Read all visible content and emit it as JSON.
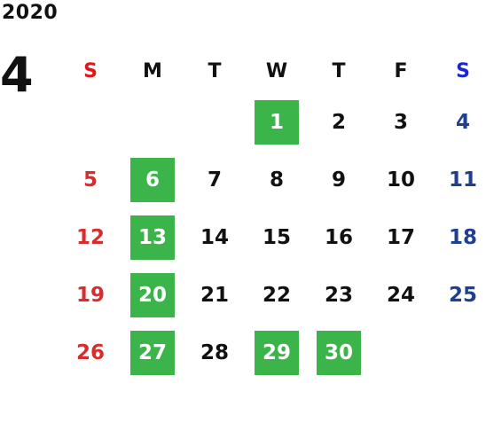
{
  "calendar": {
    "year": "2020",
    "month": "4",
    "weekdays": [
      "S",
      "M",
      "T",
      "W",
      "T",
      "F",
      "S"
    ],
    "highlight_color": "#3bb54a",
    "sunday_color": "#d92c2c",
    "saturday_color": "#1f3f8f",
    "weeks": [
      [
        {
          "label": "",
          "kind": "empty"
        },
        {
          "label": "",
          "kind": "empty"
        },
        {
          "label": "",
          "kind": "empty"
        },
        {
          "label": "1",
          "kind": "highlight"
        },
        {
          "label": "2",
          "kind": "weekday"
        },
        {
          "label": "3",
          "kind": "weekday"
        },
        {
          "label": "4",
          "kind": "saturday"
        }
      ],
      [
        {
          "label": "5",
          "kind": "sunday"
        },
        {
          "label": "6",
          "kind": "highlight"
        },
        {
          "label": "7",
          "kind": "weekday"
        },
        {
          "label": "8",
          "kind": "weekday"
        },
        {
          "label": "9",
          "kind": "weekday"
        },
        {
          "label": "10",
          "kind": "weekday"
        },
        {
          "label": "11",
          "kind": "saturday"
        }
      ],
      [
        {
          "label": "12",
          "kind": "sunday"
        },
        {
          "label": "13",
          "kind": "highlight"
        },
        {
          "label": "14",
          "kind": "weekday"
        },
        {
          "label": "15",
          "kind": "weekday"
        },
        {
          "label": "16",
          "kind": "weekday"
        },
        {
          "label": "17",
          "kind": "weekday"
        },
        {
          "label": "18",
          "kind": "saturday"
        }
      ],
      [
        {
          "label": "19",
          "kind": "sunday"
        },
        {
          "label": "20",
          "kind": "highlight"
        },
        {
          "label": "21",
          "kind": "weekday"
        },
        {
          "label": "22",
          "kind": "weekday"
        },
        {
          "label": "23",
          "kind": "weekday"
        },
        {
          "label": "24",
          "kind": "weekday"
        },
        {
          "label": "25",
          "kind": "saturday"
        }
      ],
      [
        {
          "label": "26",
          "kind": "sunday"
        },
        {
          "label": "27",
          "kind": "highlight"
        },
        {
          "label": "28",
          "kind": "weekday"
        },
        {
          "label": "29",
          "kind": "highlight"
        },
        {
          "label": "30",
          "kind": "highlight"
        },
        {
          "label": "",
          "kind": "empty"
        },
        {
          "label": "",
          "kind": "empty"
        }
      ]
    ]
  }
}
